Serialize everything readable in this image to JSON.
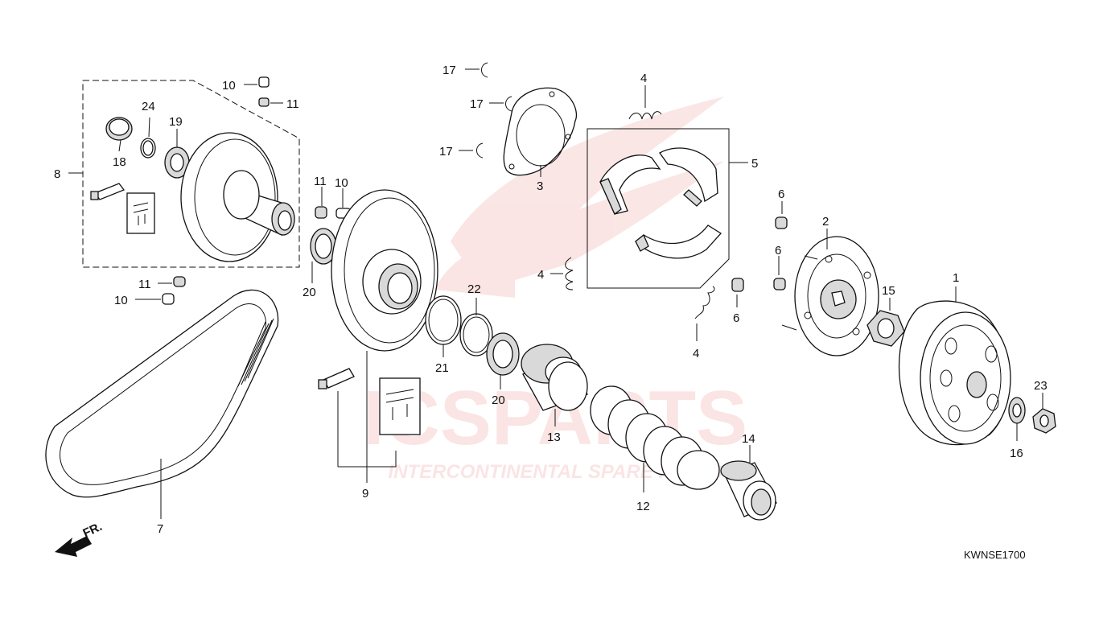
{
  "watermark": {
    "brand": "ICSPARTS",
    "tagline": "INTERCONTINENTAL SPARE PARTS",
    "color": "#e03a3a"
  },
  "diagram_code": "KWNSE1700",
  "direction_label": "FR.",
  "callouts": {
    "c1": "1",
    "c2": "2",
    "c3": "3",
    "c4a": "4",
    "c4b": "4",
    "c4c": "4",
    "c5": "5",
    "c6a": "6",
    "c6b": "6",
    "c6c": "6",
    "c7": "7",
    "c8": "8",
    "c9": "9",
    "c10a": "10",
    "c10b": "10",
    "c10c": "10",
    "c11a": "11",
    "c11b": "11",
    "c11c": "11",
    "c12": "12",
    "c13": "13",
    "c14": "14",
    "c15": "15",
    "c16": "16",
    "c17a": "17",
    "c17b": "17",
    "c17c": "17",
    "c18": "18",
    "c19": "19",
    "c20a": "20",
    "c20b": "20",
    "c21": "21",
    "c22": "22",
    "c23": "23",
    "c24": "24"
  }
}
